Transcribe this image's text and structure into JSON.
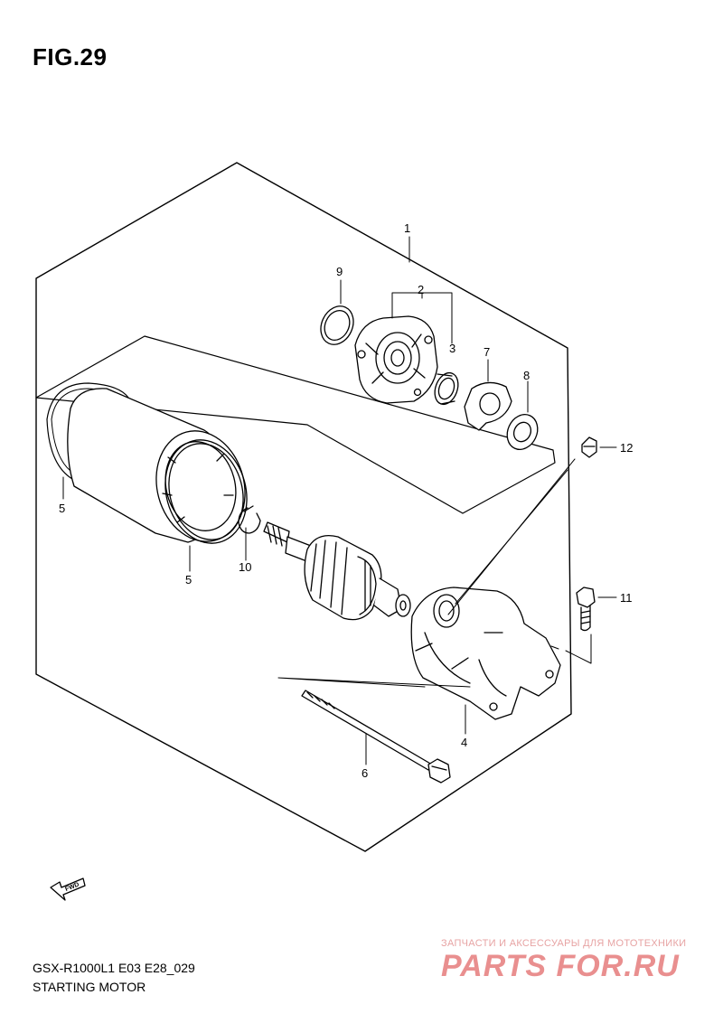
{
  "figure": {
    "title": "FIG.29"
  },
  "callouts": [
    {
      "id": "1",
      "label": "1"
    },
    {
      "id": "2",
      "label": "2"
    },
    {
      "id": "3",
      "label": "3"
    },
    {
      "id": "4",
      "label": "4"
    },
    {
      "id": "5a",
      "label": "5"
    },
    {
      "id": "5b",
      "label": "5"
    },
    {
      "id": "6",
      "label": "6"
    },
    {
      "id": "7",
      "label": "7"
    },
    {
      "id": "8",
      "label": "8"
    },
    {
      "id": "9",
      "label": "9"
    },
    {
      "id": "10",
      "label": "10"
    },
    {
      "id": "11",
      "label": "11"
    },
    {
      "id": "12",
      "label": "12"
    }
  ],
  "fwd_label": "FWD",
  "footer": {
    "model": "GSX-R1000L1 E03 E28_029",
    "name": "STARTING MOTOR"
  },
  "watermark": {
    "small": "ЗАПЧАСТИ И АКСЕССУАРЫ ДЛЯ МОТОТЕХНИКИ",
    "brand": "PARTS FOR.RU"
  }
}
